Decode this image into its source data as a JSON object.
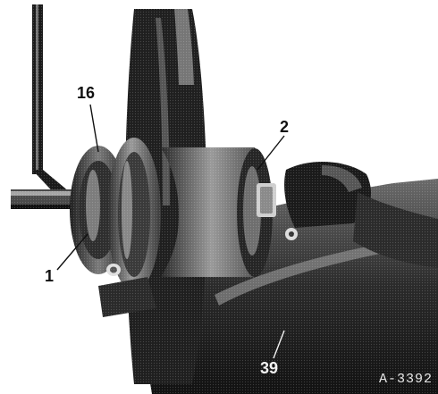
{
  "figure": {
    "callouts": {
      "c16": "16",
      "c2": "2",
      "c1": "1",
      "c39": "39"
    },
    "reference_code": "A-3392"
  }
}
